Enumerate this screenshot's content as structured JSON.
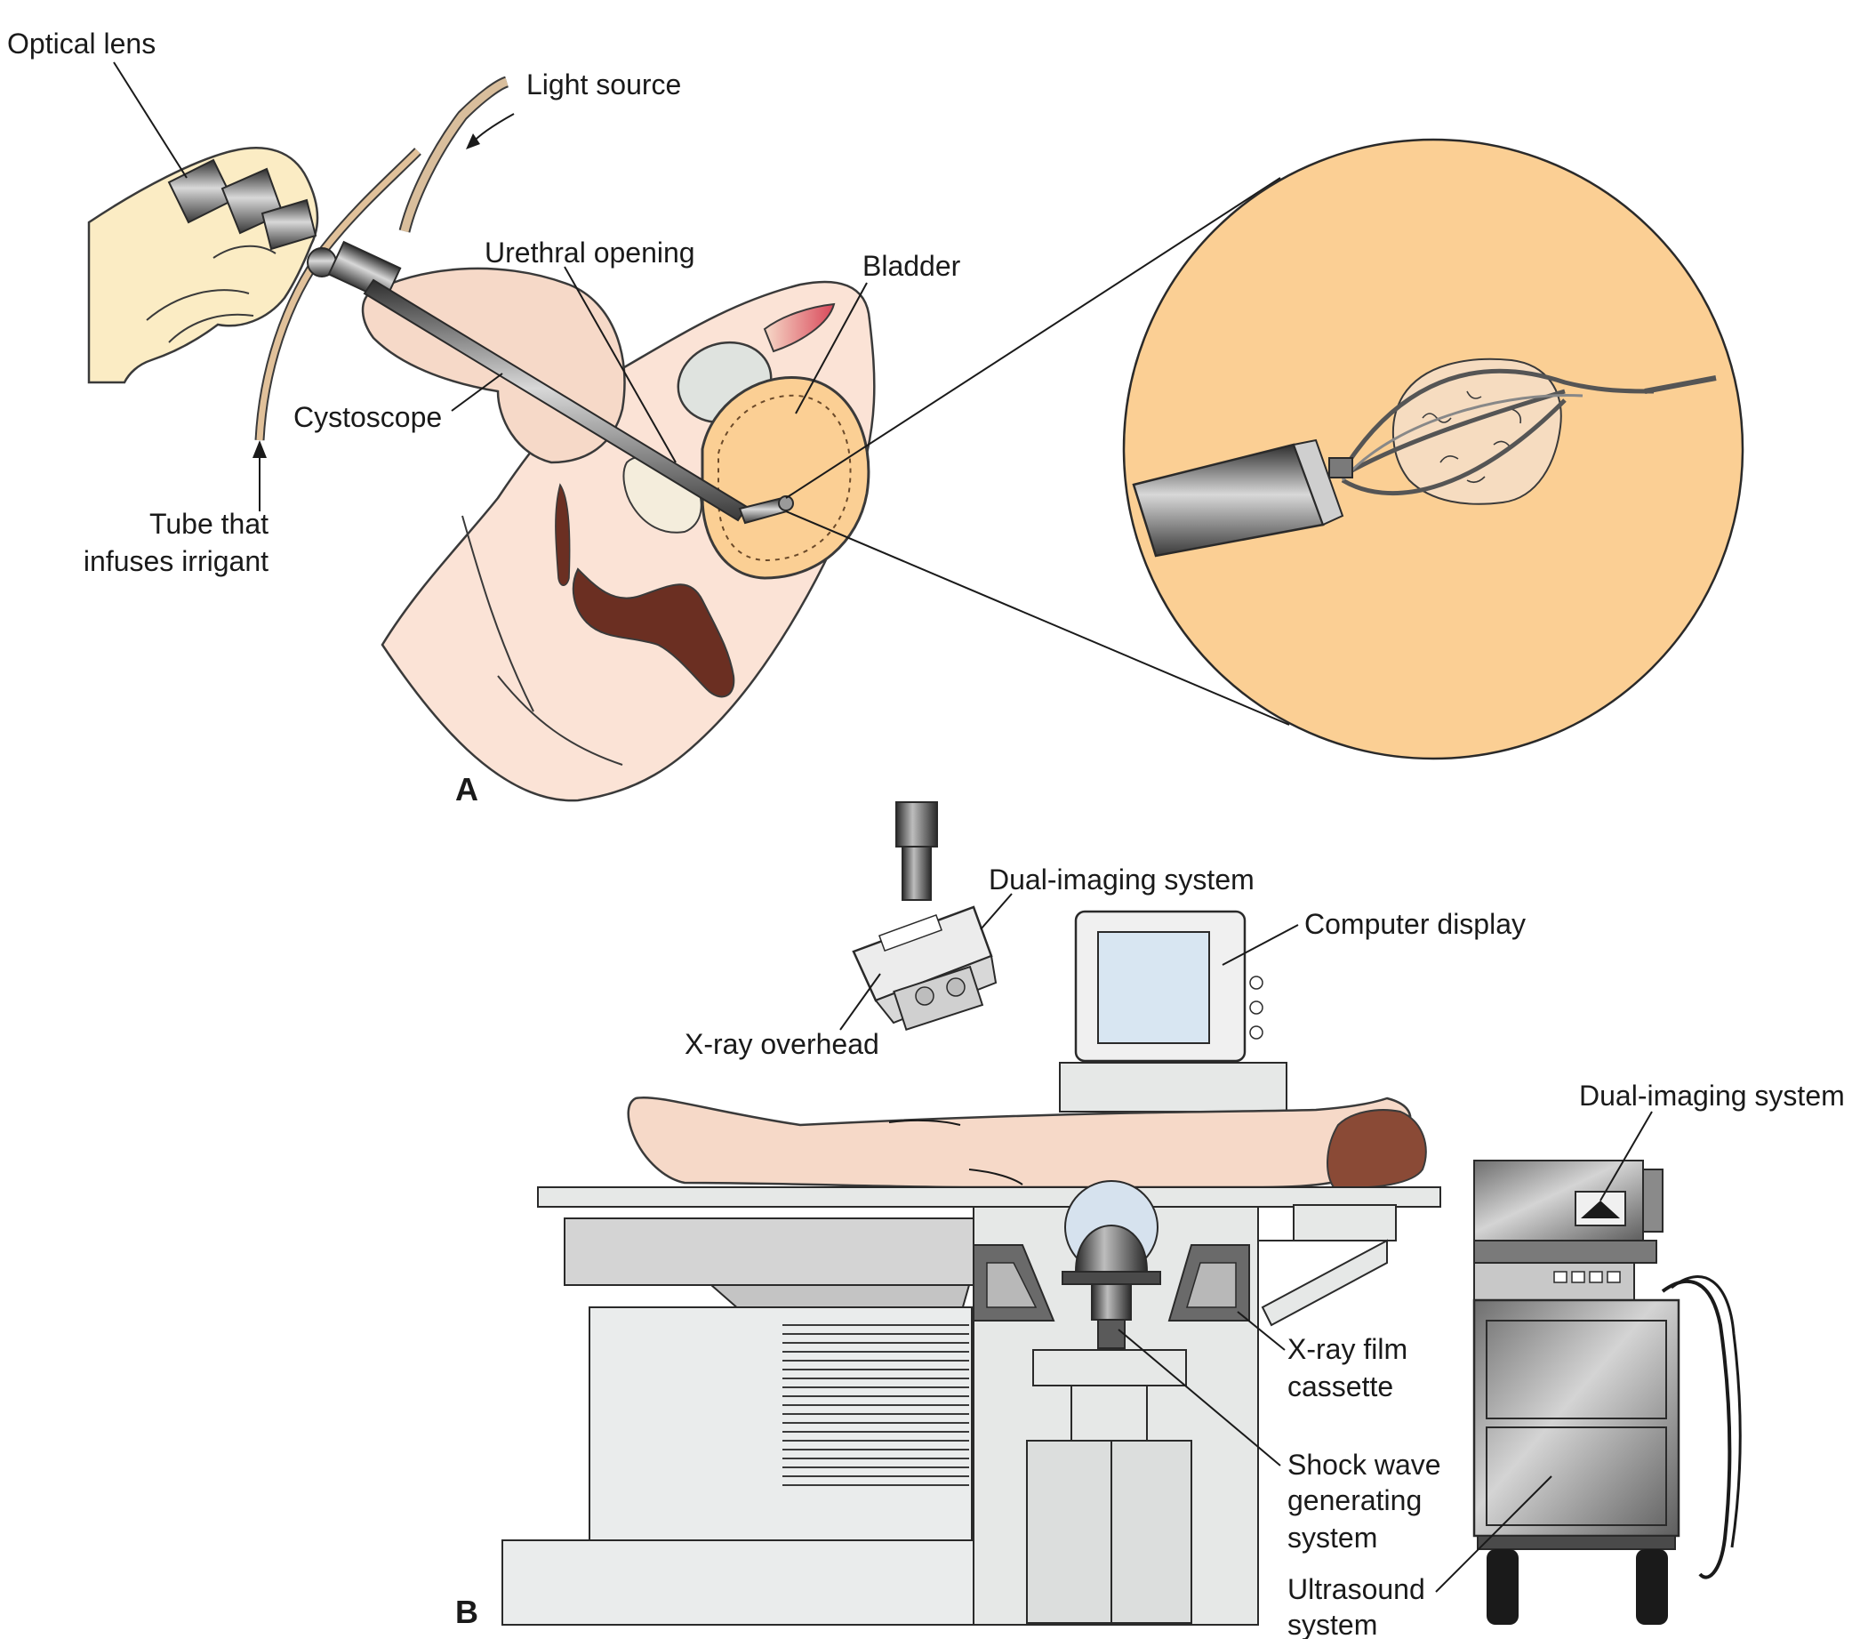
{
  "panel_a": {
    "letter": "A",
    "labels": {
      "optical_lens": "Optical lens",
      "light_source": "Light source",
      "urethral_opening": "Urethral opening",
      "bladder": "Bladder",
      "cystoscope": "Cystoscope",
      "tube_line1": "Tube that",
      "tube_line2": "infuses irrigant"
    }
  },
  "panel_b": {
    "letter": "B",
    "labels": {
      "dual_imaging_top": "Dual-imaging system",
      "computer_display": "Computer display",
      "xray_overhead": "X-ray overhead",
      "dual_imaging_right": "Dual-imaging system",
      "film_line1": "X-ray film",
      "film_line2": "cassette",
      "shock_line1": "Shock wave",
      "shock_line2": "generating",
      "shock_line3": "system",
      "us_line1": "Ultrasound",
      "us_line2": "system"
    }
  },
  "colors": {
    "skin": "#f6d9c8",
    "tissue_light": "#fbe3d6",
    "bladder_fill": "#fbcf94",
    "dark_tissue": "#6b2f22",
    "red_accent": "#d9485a",
    "metal_dark": "#5c5c5c",
    "machine_grey": "#e6e8e7",
    "cart_grey": "#9a9a9a"
  }
}
